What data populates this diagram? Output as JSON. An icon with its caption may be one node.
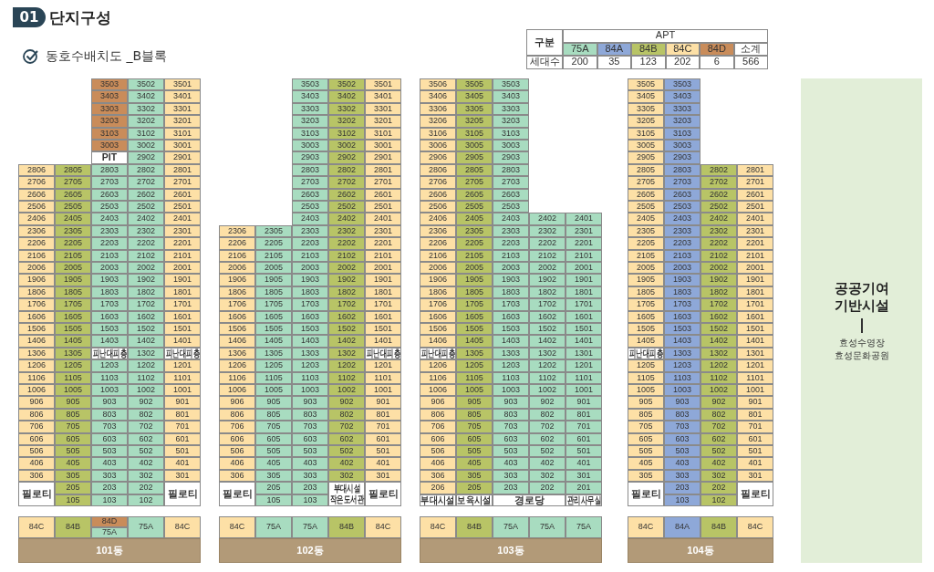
{
  "diagram": {
    "title": "단지구성",
    "nodes": [
      {
        "text": [
          "공공기여 기반시설",
          "효성수영장",
          "효성문화공원"
        ]
      }
    ],
    "labels": [
      "01",
      "동호수배치도 _B블록",
      "구분",
      "APT",
      "소계",
      "세대수",
      "200",
      "35",
      "123",
      "202",
      "6",
      "566",
      "3503",
      "3502",
      "3501",
      "3403",
      "3402",
      "3401",
      "3303",
      "3302",
      "3301",
      "3203",
      "3202",
      "3201",
      "3103",
      "3102",
      "3101",
      "3003",
      "3002",
      "3001",
      "PIT",
      "2902",
      "2901",
      "2806",
      "2805",
      "2803",
      "2802",
      "2801",
      "2706",
      "2705",
      "2703",
      "2702",
      "2701",
      "2606",
      "2605",
      "2603",
      "2602",
      "2601",
      "2506",
      "2505",
      "2503",
      "2502",
      "2501",
      "2406",
      "2405",
      "2403",
      "2402",
      "2401",
      "2306",
      "2305",
      "2303",
      "2302",
      "2301",
      "2206",
      "2205",
      "2203",
      "2202",
      "2201",
      "2106",
      "2105",
      "2103",
      "2102",
      "2101",
      "2006",
      "2005",
      "2003",
      "2002",
      "2001",
      "1906",
      "1905",
      "1903",
      "1902",
      "1901",
      "1806",
      "1805",
      "1803",
      "1802",
      "1801",
      "1706",
      "1705",
      "1703",
      "1702",
      "1701",
      "1606",
      "1605",
      "1603",
      "1602",
      "1601",
      "1506",
      "1505",
      "1503",
      "1502",
      "1501",
      "1406",
      "1405",
      "1403",
      "1402",
      "1401",
      "1306",
      "1305",
      "피난대피층",
      "1302",
      "피난대피층",
      "1206",
      "1205",
      "1203",
      "1202",
      "1201",
      "1106",
      "1105",
      "1103",
      "1102",
      "1101",
      "1006",
      "1005",
      "1003",
      "1002",
      "1001",
      "906",
      "905",
      "903",
      "902",
      "901",
      "806",
      "805",
      "803",
      "802",
      "801",
      "706",
      "705",
      "703",
      "702",
      "701",
      "606",
      "605",
      "603",
      "602",
      "601",
      "506",
      "505",
      "503",
      "502",
      "501",
      "406",
      "405",
      "403",
      "402",
      "401",
      "306",
      "305",
      "303",
      "302",
      "301",
      "필로티",
      "205",
      "203",
      "202",
      "필로티",
      "105",
      "103",
      "102",
      "84C",
      "84B",
      "84D",
      "75A",
      "75A",
      "84C",
      "101동",
      "3503",
      "3502",
      "3501",
      "3403",
      "3402",
      "3401",
      "3303",
      "3302",
      "3301",
      "3203",
      "3202",
      "3201",
      "3103",
      "3102",
      "3101",
      "3003",
      "3002",
      "3001",
      "2903",
      "2902",
      "2901",
      "2803",
      "2802",
      "2801",
      "2703",
      "2702",
      "2701",
      "2603",
      "2602",
      "2601",
      "2503",
      "2502",
      "2501",
      "2403",
      "2402",
      "2401",
      "2306",
      "2305",
      "2303",
      "2302",
      "2301",
      "2206",
      "2205",
      "2203",
      "2202",
      "2201",
      "2106",
      "2105",
      "2103",
      "2102",
      "2101",
      "2006",
      "2005",
      "2003",
      "2002",
      "2001",
      "1906",
      "1905",
      "1903",
      "1902",
      "1901",
      "1806",
      "1805",
      "1803",
      "1802",
      "1801",
      "1706",
      "1705",
      "1703",
      "1702",
      "1701",
      "1606",
      "1605",
      "1603",
      "1602",
      "1601",
      "1506",
      "1505",
      "1503",
      "1502",
      "1501",
      "1406",
      "1405",
      "1403",
      "1402",
      "1401",
      "1306",
      "1305",
      "1303",
      "1302",
      "피난대피층",
      "1206",
      "1205",
      "1203",
      "1202",
      "1201",
      "1106",
      "1105",
      "1103",
      "1102",
      "1101",
      "1006",
      "1005",
      "1003",
      "1002",
      "1001",
      "906",
      "905",
      "903",
      "902",
      "901",
      "806",
      "805",
      "803",
      "802",
      "801",
      "706",
      "705",
      "703",
      "702",
      "701",
      "606",
      "605",
      "603",
      "602",
      "601",
      "506",
      "505",
      "503",
      "502",
      "501",
      "406",
      "405",
      "403",
      "402",
      "401",
      "306",
      "305",
      "303",
      "302",
      "301",
      "필로티",
      "205",
      "203",
      "부대시설 작은도서관",
      "필로티",
      "105",
      "103",
      "84C",
      "75A",
      "75A",
      "84B",
      "84C",
      "102동",
      "3506",
      "3505",
      "3503",
      "3406",
      "3405",
      "3403",
      "3306",
      "3305",
      "3303",
      "3206",
      "3205",
      "3203",
      "3106",
      "3105",
      "3103",
      "3006",
      "3005",
      "3003",
      "2906",
      "2905",
      "2903",
      "2806",
      "2805",
      "2803",
      "2706",
      "2705",
      "2703",
      "2606",
      "2605",
      "2603",
      "2506",
      "2505",
      "2503",
      "2406",
      "2405",
      "2403",
      "2402",
      "2401",
      "2306",
      "2305",
      "2303",
      "2302",
      "2301",
      "2206",
      "2205",
      "2203",
      "2202",
      "2201",
      "2106",
      "2105",
      "2103",
      "2102",
      "2101",
      "2006",
      "2005",
      "2003",
      "2002",
      "2001",
      "1906",
      "1905",
      "1903",
      "1902",
      "1901",
      "1806",
      "1805",
      "1803",
      "1802",
      "1801",
      "1706",
      "1705",
      "1703",
      "1702",
      "1701",
      "1606",
      "1605",
      "1603",
      "1602",
      "1601",
      "1506",
      "1505",
      "1503",
      "1502",
      "1501",
      "1406",
      "1405",
      "1403",
      "1402",
      "1401",
      "피난대피층",
      "1305",
      "1303",
      "1302",
      "1301",
      "1206",
      "1205",
      "1203",
      "1202",
      "1201",
      "1106",
      "1105",
      "1103",
      "1102",
      "1101",
      "1006",
      "1005",
      "1003",
      "1002",
      "1001",
      "906",
      "905",
      "903",
      "902",
      "901",
      "806",
      "805",
      "803",
      "802",
      "801",
      "706",
      "705",
      "703",
      "702",
      "701",
      "606",
      "605",
      "603",
      "602",
      "601",
      "506",
      "505",
      "503",
      "502",
      "501",
      "406",
      "405",
      "403",
      "402",
      "401",
      "306",
      "305",
      "303",
      "302",
      "301",
      "206",
      "205",
      "203",
      "202",
      "201",
      "부대시설",
      "보육시설",
      "경로당",
      "관리사무실",
      "84C",
      "84B",
      "75A",
      "75A",
      "75A",
      "103동",
      "3505",
      "3503",
      "3405",
      "3403",
      "3305",
      "3303",
      "3205",
      "3203",
      "3105",
      "3103",
      "3005",
      "3003",
      "2905",
      "2903",
      "2805",
      "2803",
      "2802",
      "2801",
      "2705",
      "2703",
      "2702",
      "2701",
      "2605",
      "2603",
      "2602",
      "2601",
      "2505",
      "2503",
      "2502",
      "2501",
      "2405",
      "2403",
      "2402",
      "2401",
      "2305",
      "2303",
      "2302",
      "2301",
      "2205",
      "2203",
      "2202",
      "2201",
      "2105",
      "2103",
      "2102",
      "2101",
      "2005",
      "2003",
      "2002",
      "2001",
      "1905",
      "1903",
      "1902",
      "1901",
      "1805",
      "1803",
      "1802",
      "1801",
      "1705",
      "1703",
      "1702",
      "1701",
      "1605",
      "1603",
      "1602",
      "1601",
      "1505",
      "1503",
      "1502",
      "1501",
      "1405",
      "1403",
      "1402",
      "1401",
      "피난대피층",
      "1303",
      "1302",
      "1301",
      "1205",
      "1203",
      "1202",
      "1201",
      "1105",
      "1103",
      "1102",
      "1101",
      "1005",
      "1003",
      "1002",
      "1001",
      "905",
      "903",
      "902",
      "901",
      "805",
      "803",
      "802",
      "801",
      "705",
      "703",
      "702",
      "701",
      "605",
      "603",
      "602",
      "601",
      "505",
      "503",
      "502",
      "501",
      "405",
      "403",
      "402",
      "401",
      "305",
      "303",
      "302",
      "301",
      "필로티",
      "203",
      "202",
      "필로티",
      "103",
      "102",
      "84C",
      "84A",
      "84B",
      "84C",
      "104동"
    ],
    "legend": [
      {
        "text": "75A",
        "color": "#a8dcc0"
      },
      {
        "text": "84A",
        "color": "#8ea8d8"
      },
      {
        "text": "84B",
        "color": "#b8c466"
      },
      {
        "text": "84C",
        "color": "#fde0a6"
      },
      {
        "text": "84D",
        "color": "#c98c5a"
      }
    ]
  }
}
